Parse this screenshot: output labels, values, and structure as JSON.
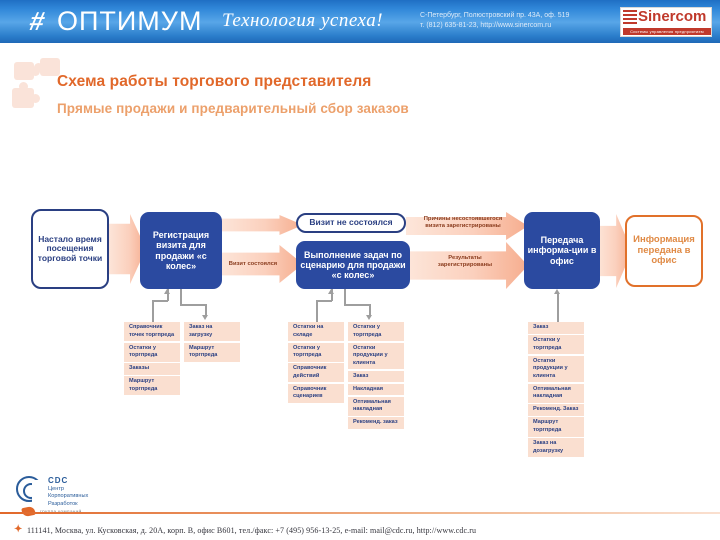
{
  "header": {
    "logo_mark": "hash-logo-icon",
    "brand": "ОПТИМУМ",
    "slogan": "Технология  успеха!",
    "contact_line1": "С-Петербург, Полюстровский пр. 43А, оф. 519",
    "contact_line2": "т. (812) 635-81-23, http://www.sinercom.ru",
    "partner_logo": "Sinercom",
    "partner_tagline": "Системы управления предприятием"
  },
  "page": {
    "title": "Схема работы торгового представителя",
    "subtitle": "Прямые продажи и предварительный сбор заказов",
    "title_color": "#e1682a",
    "subtitle_color": "#eca06b"
  },
  "flow": {
    "nodes": [
      {
        "id": "start",
        "label": "Настало время посещения торговой точки",
        "style": "white-blue-border"
      },
      {
        "id": "reg",
        "label": "Регистрация визита для продажи «с колес»",
        "style": "blue-fill"
      },
      {
        "id": "novisit",
        "label": "Визит не состоялся",
        "style": "white-blue-border"
      },
      {
        "id": "tasks",
        "label": "Выполнение задач по сценарию для продажи «с колес»",
        "style": "blue-fill"
      },
      {
        "id": "send",
        "label": "Передача информа-ции в офис",
        "style": "blue-fill"
      },
      {
        "id": "done",
        "label": "Информация передана в офис",
        "style": "white-orange-border"
      }
    ],
    "arrow_labels": {
      "visited": "Визит состоялся",
      "reasons": "Причины несостоявшегося визита зарегистрированы",
      "results": "Результаты зарегистрированы"
    }
  },
  "data_columns": [
    {
      "id": "col1",
      "chips": [
        "Справочник точек торгпреда",
        "Остатки у торгпреда",
        "Заказы",
        "Маршрут торгпреда"
      ]
    },
    {
      "id": "col2",
      "chips": [
        "Заказ на загрузку",
        "Маршрут торгпреда"
      ]
    },
    {
      "id": "col3",
      "chips": [
        "Остатки на складе",
        "Остатки у торгпреда",
        "Справочник действий",
        "Справочник сценариев"
      ]
    },
    {
      "id": "col4",
      "chips": [
        "Остатки у торгпреда",
        "Остатки продукции у клиента",
        "Заказ",
        "Накладная",
        "Оптимальная накладная",
        "Рекоменд. заказ"
      ]
    },
    {
      "id": "col5",
      "chips": [
        "Заказ",
        "Остатки у торгпреда",
        "Остатки продукции у клиента",
        "Оптимальная накладная",
        "Рекоменд. Заказ",
        "Маршрут торгпреда",
        "Заказ на дозагрузку"
      ]
    }
  ],
  "footer": {
    "logo_abbr": "CDC",
    "logo_line1": "Центр",
    "logo_line2": "Корпоративных",
    "logo_line3": "Разработок",
    "group_label": "группа компаний",
    "address": "111141, Москва, ул. Кусковская, д. 20А, корп. В, офис В601, тел./факс: +7 (495) 956-13-25, e-mail: mail@cdc.ru, http://www.cdc.ru"
  }
}
